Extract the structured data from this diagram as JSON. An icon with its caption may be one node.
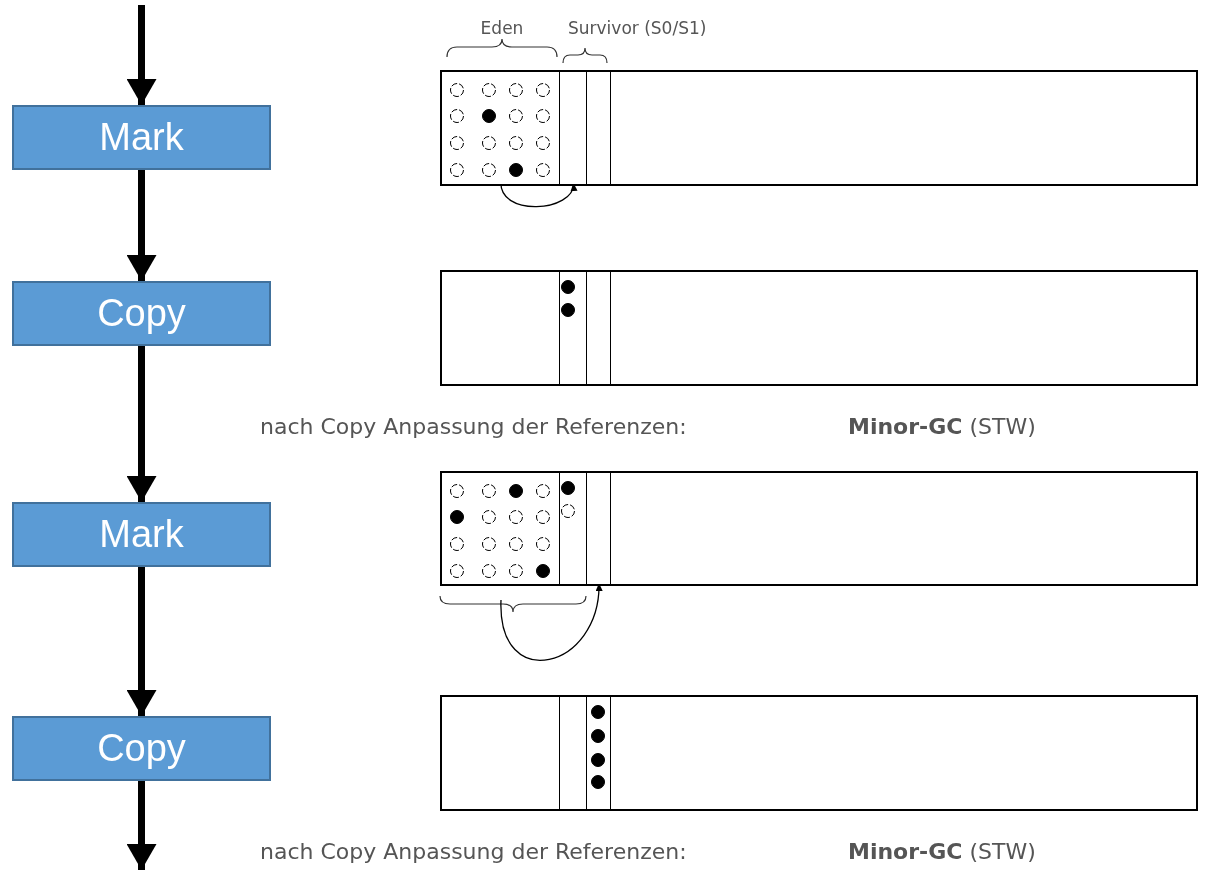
{
  "diagram": {
    "nodes": [
      {
        "text": [
          "Mark"
        ]
      },
      {
        "text": [
          "Copy"
        ]
      },
      {
        "text": [
          "Mark"
        ]
      },
      {
        "text": [
          "Copy"
        ]
      },
      {
        "text": [],
        "shape": "box"
      },
      {
        "text": [],
        "shape": "box",
        "in": 4
      },
      {
        "text": [],
        "shape": "box",
        "in": 4
      },
      {
        "text": [],
        "shape": "box",
        "in": 4
      },
      {
        "text": [],
        "shape": "box"
      },
      {
        "text": [],
        "shape": "box",
        "in": 8
      },
      {
        "text": [],
        "shape": "box",
        "in": 8
      },
      {
        "text": [],
        "shape": "box",
        "in": 8
      },
      {
        "text": [],
        "shape": "box"
      },
      {
        "text": [],
        "shape": "box",
        "in": 12
      },
      {
        "text": [],
        "shape": "box",
        "in": 12
      },
      {
        "text": [],
        "shape": "box",
        "in": 12
      },
      {
        "text": [],
        "shape": "box"
      },
      {
        "text": [],
        "shape": "box",
        "in": 16
      },
      {
        "text": [],
        "shape": "box",
        "in": 16
      },
      {
        "text": [],
        "shape": "box",
        "in": 16
      }
    ],
    "edges": [
      {
        "from": null,
        "to": 0,
        "arrow": "to"
      },
      {
        "from": 0,
        "to": 1,
        "arrow": "to"
      },
      {
        "from": 1,
        "to": 2,
        "arrow": "to"
      },
      {
        "from": 2,
        "to": 3,
        "arrow": "to"
      },
      {
        "from": 3,
        "to": null,
        "arrow": "to"
      },
      {
        "from": 5,
        "to": 6,
        "arrow": "to"
      },
      {
        "from": 13,
        "to": 15,
        "arrow": "to"
      }
    ],
    "labels": [
      "Eden",
      "Survivor (S0/S1)",
      "nach Copy Anpassung der Referenzen:",
      "**Minor-GC** (STW)",
      "nach Copy Anpassung der Referenzen:",
      "**Minor-GC** (STW)"
    ]
  }
}
